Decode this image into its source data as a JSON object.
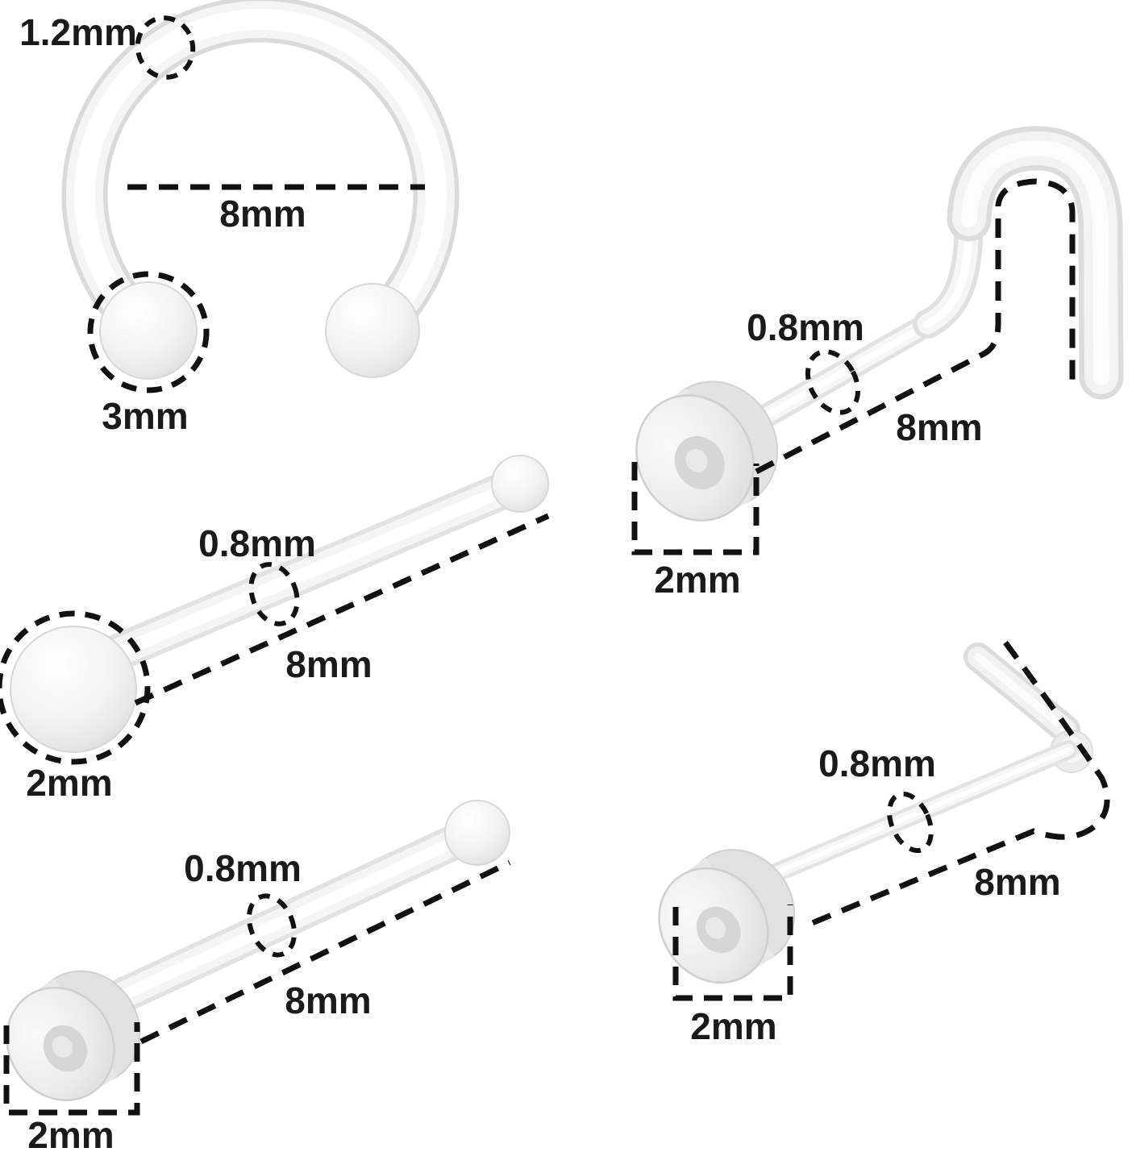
{
  "figure": {
    "type": "product-dimension-diagram",
    "background": "#ffffff",
    "text_color": "#1a1a1a",
    "annotation_color": "#111111",
    "jewelry_edge_color": "#dcdcdc",
    "jewelry_body_color": "#f5f5f5"
  },
  "items": [
    {
      "id": "circular-barbell-horseshoe",
      "labels": {
        "gauge": "1.2mm",
        "inner_diameter": "8mm",
        "ball": "3mm"
      }
    },
    {
      "id": "nose-screw-curved",
      "labels": {
        "gauge": "0.8mm",
        "post_length": "8mm",
        "base_disc": "2mm"
      }
    },
    {
      "id": "nose-pin-ball-end",
      "labels": {
        "gauge": "0.8mm",
        "post_length": "8mm",
        "ball_end": "2mm"
      }
    },
    {
      "id": "nose-bone-flat-disc",
      "labels": {
        "gauge": "0.8mm",
        "post_length": "8mm",
        "base_disc": "2mm"
      }
    },
    {
      "id": "nose-stud-l-shaped",
      "labels": {
        "gauge": "0.8mm",
        "post_length": "8mm",
        "base_disc": "2mm"
      }
    }
  ]
}
